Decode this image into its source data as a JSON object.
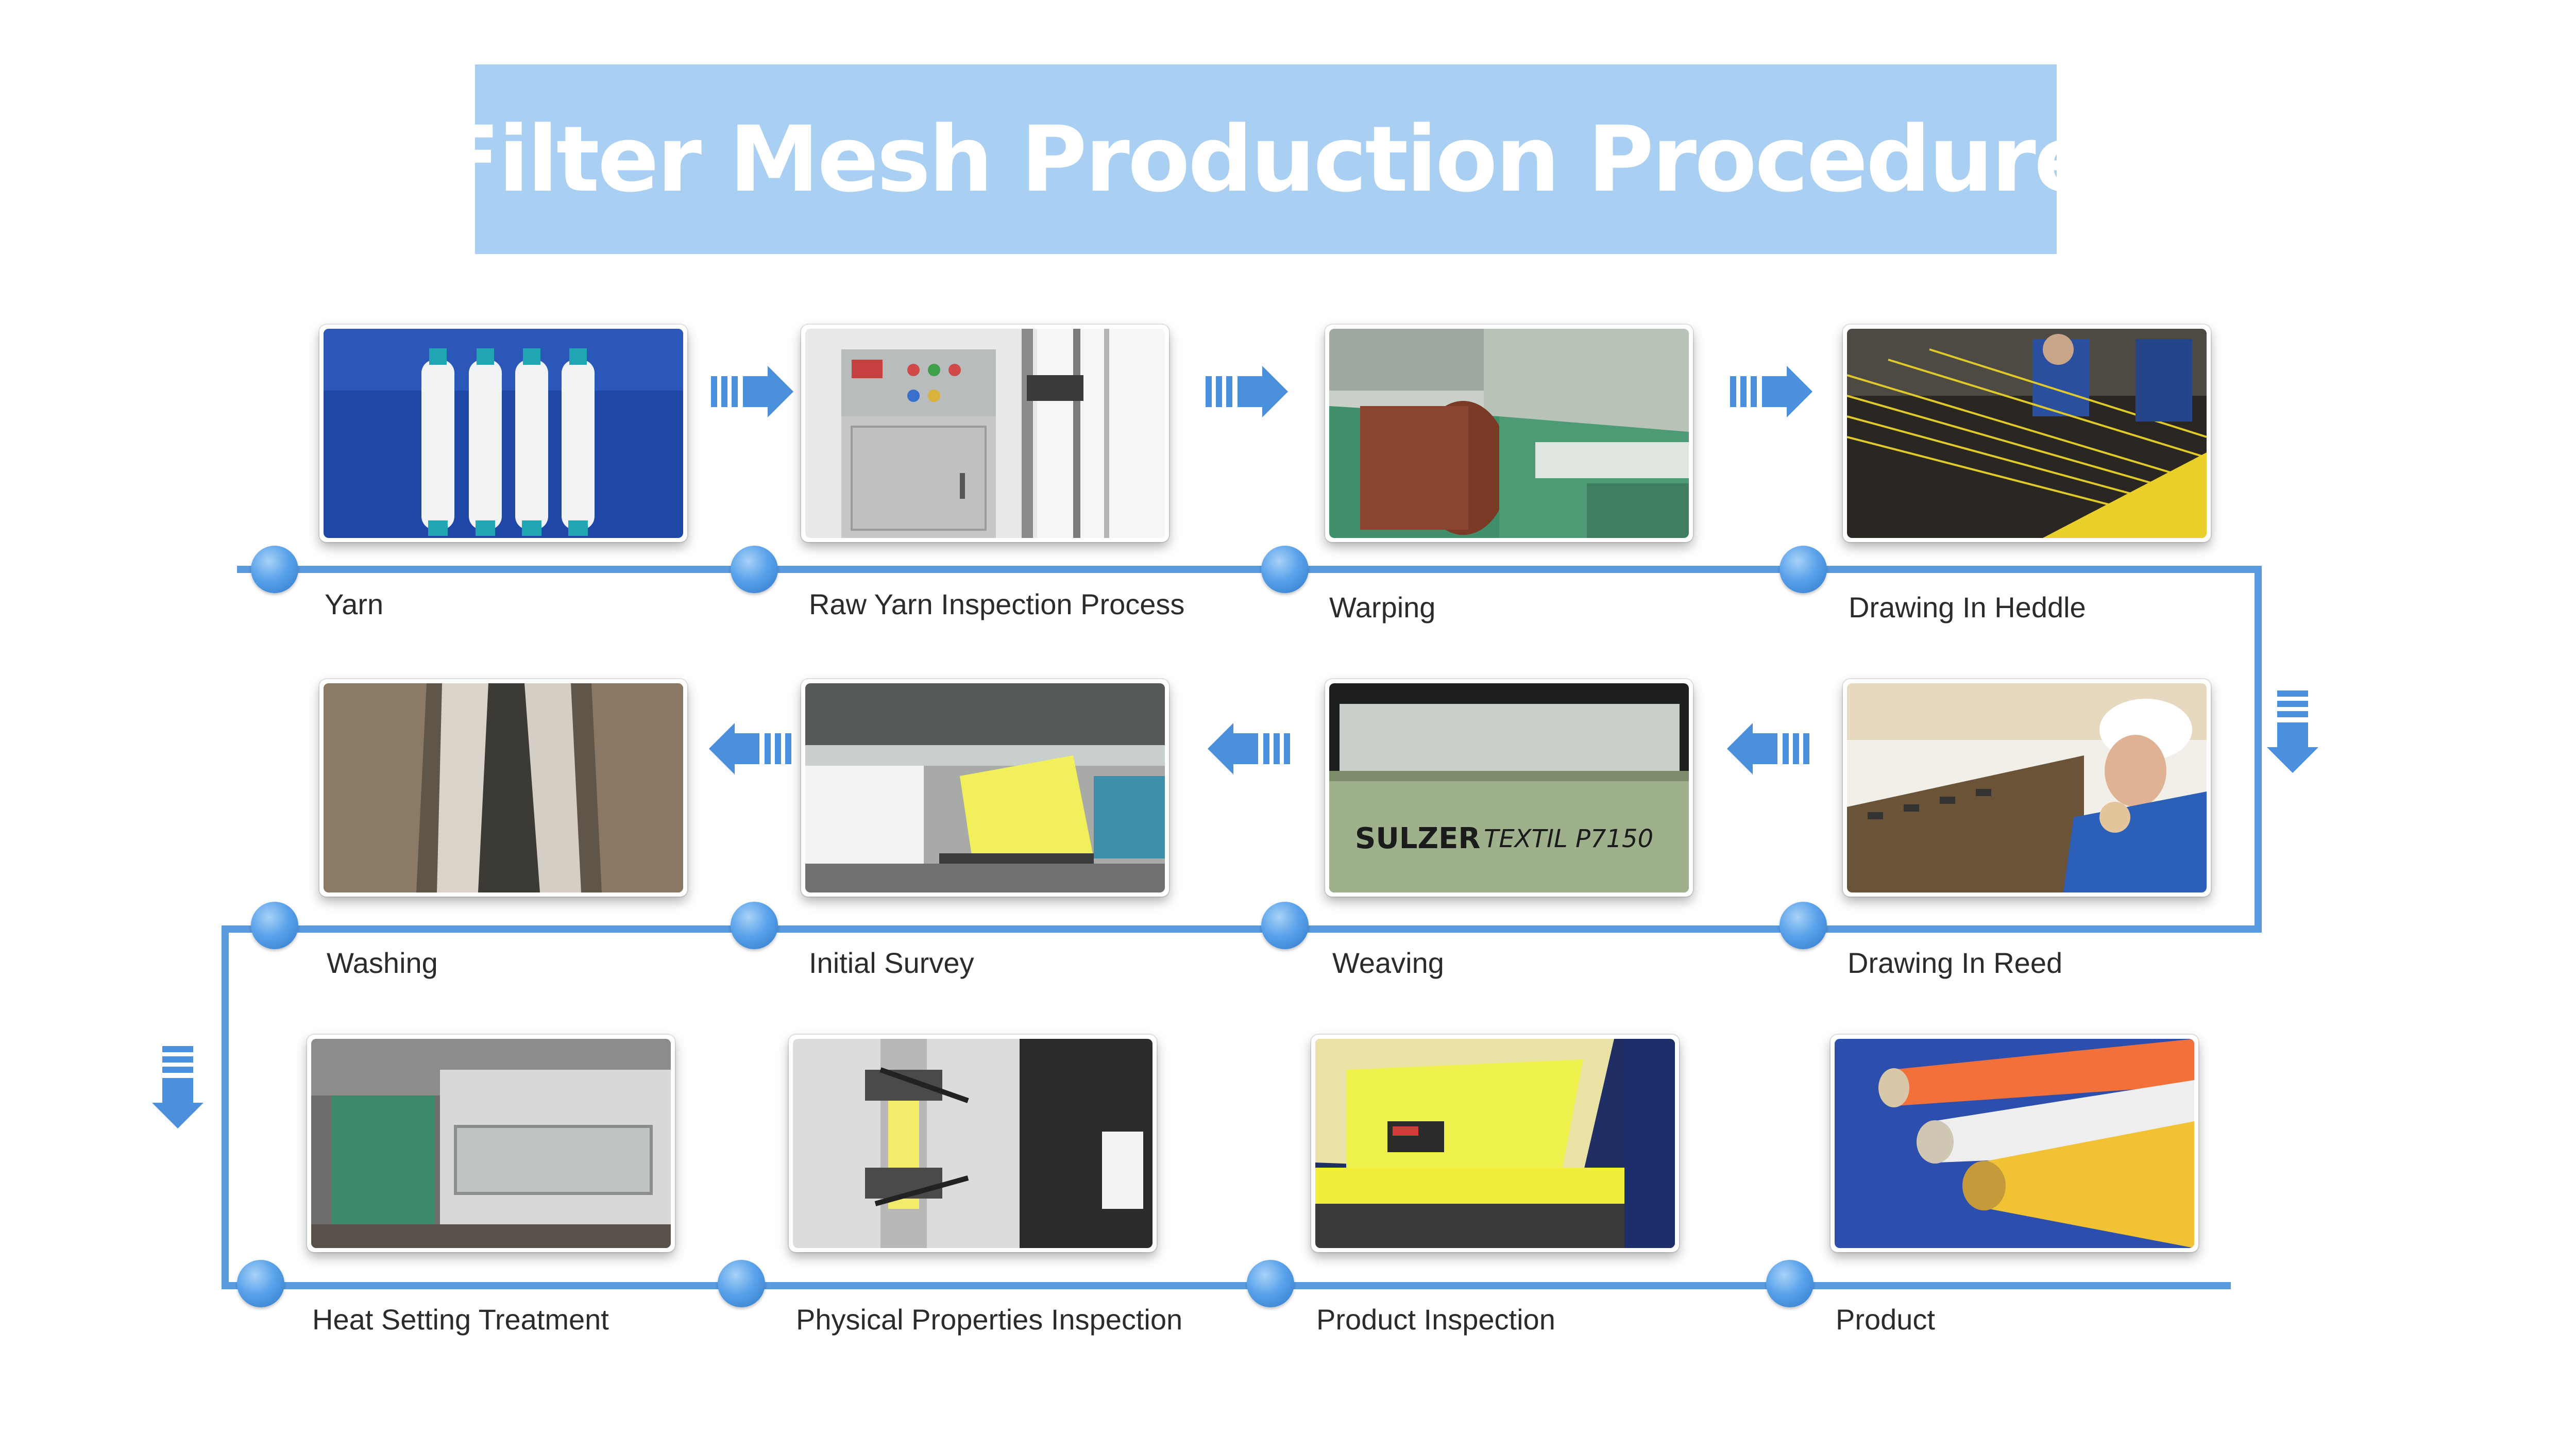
{
  "title": "Filter Mesh Production Procedure",
  "colors": {
    "banner": "#a9cff2",
    "connector": "#5a9be0",
    "arrow": "#4a90dc",
    "title_text": "#ffffff"
  },
  "steps": [
    {
      "label": "Yarn",
      "photo": "white-yarn-spools"
    },
    {
      "label": "Raw Yarn Inspection Process",
      "photo": "yarn-testing-machine"
    },
    {
      "label": "Warping",
      "photo": "warping-machine"
    },
    {
      "label": "Drawing In Heddle",
      "photo": "worker-heddle-threads"
    },
    {
      "label": "Drawing In Reed",
      "photo": "worker-reed-threading"
    },
    {
      "label": "Weaving",
      "photo": "sulzer-loom"
    },
    {
      "label": "Initial Survey",
      "photo": "factory-inspection-line"
    },
    {
      "label": "Washing",
      "photo": "washing-tank"
    },
    {
      "label": "Heat Setting Treatment",
      "photo": "heat-setting-machine"
    },
    {
      "label": "Physical Properties Inspection",
      "photo": "tensile-tester"
    },
    {
      "label": "Product Inspection",
      "photo": "yellow-mesh-inspection"
    },
    {
      "label": "Product",
      "photo": "mesh-rolls"
    }
  ],
  "loom_brand": "SULZER",
  "loom_model": "TEXTIL P7150",
  "flow_arrows": [
    "right-arrow",
    "right-arrow",
    "right-arrow",
    "down-arrow",
    "left-arrow",
    "left-arrow",
    "left-arrow",
    "down-arrow"
  ]
}
